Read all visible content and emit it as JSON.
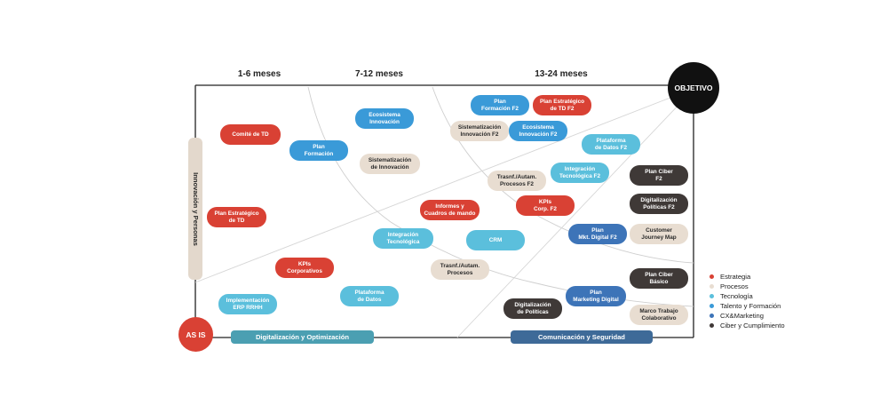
{
  "periods": [
    "1-6 meses",
    "7-12 meses",
    "13-24 meses"
  ],
  "objective_label": "OBJETIVO",
  "as_is_label": "AS IS",
  "axis_bars": {
    "digitalizacion": "Digitalización y Optimización",
    "comunicacion": "Comunicación y Seguridad",
    "innovacion": "Innovación y Personas"
  },
  "initiatives": [
    {
      "label": "Comité de TD",
      "cat": "est"
    },
    {
      "label": "Plan Estratégico\nde TD",
      "cat": "est"
    },
    {
      "label": "KPIs\nCorporativos",
      "cat": "est"
    },
    {
      "label": "Implementación\nERP RRHH",
      "cat": "tec"
    },
    {
      "label": "Plan\nFormación",
      "cat": "tal"
    },
    {
      "label": "Ecosistema\nInnovación",
      "cat": "tal"
    },
    {
      "label": "Sistematización\nde Innovación",
      "cat": "pro"
    },
    {
      "label": "Integración\nTecnológica",
      "cat": "tec"
    },
    {
      "label": "Plataforma\nde Datos",
      "cat": "tec"
    },
    {
      "label": "Informes y\nCuadros de mando",
      "cat": "est"
    },
    {
      "label": "CRM",
      "cat": "tec"
    },
    {
      "label": "Trasnf./Autam.\nProcesos",
      "cat": "pro"
    },
    {
      "label": "Digitalización\nde Políticas",
      "cat": "cib"
    },
    {
      "label": "Plan\nMarketing Digital",
      "cat": "cx"
    },
    {
      "label": "Plan\nFormación F2",
      "cat": "tal"
    },
    {
      "label": "Plan Estratégico\nde TD F2",
      "cat": "est"
    },
    {
      "label": "Sistematización\nInnovación F2",
      "cat": "pro"
    },
    {
      "label": "Ecosistema\nInnovación F2",
      "cat": "tal"
    },
    {
      "label": "Plataforma\nde Datos F2",
      "cat": "tec"
    },
    {
      "label": "Integración\nTecnológica F2",
      "cat": "tec"
    },
    {
      "label": "Trasnf./Autam.\nProcesos F2",
      "cat": "pro"
    },
    {
      "label": "KPIs\nCorp. F2",
      "cat": "est"
    },
    {
      "label": "Plan\nMkt. Digital F2",
      "cat": "cx"
    },
    {
      "label": "Plan Ciber\nF2",
      "cat": "cib"
    },
    {
      "label": "Digitalización\nPolíticas F2",
      "cat": "cib"
    },
    {
      "label": "Customer\nJourney Map",
      "cat": "pro"
    },
    {
      "label": "Plan Ciber\nBásico",
      "cat": "cib"
    },
    {
      "label": "Marco Trabajo\nColaborativo",
      "cat": "pro"
    }
  ],
  "legend": [
    {
      "label": "Estrategia",
      "color": "#d94134"
    },
    {
      "label": "Procesos",
      "color": "#e8ddd1"
    },
    {
      "label": "Tecnología",
      "color": "#5bbfdc"
    },
    {
      "label": "Talento y Formación",
      "color": "#3a9ad8"
    },
    {
      "label": "CX&Marketing",
      "color": "#3d74b8"
    },
    {
      "label": "Ciber y Cumplimiento",
      "color": "#3f3937"
    }
  ]
}
